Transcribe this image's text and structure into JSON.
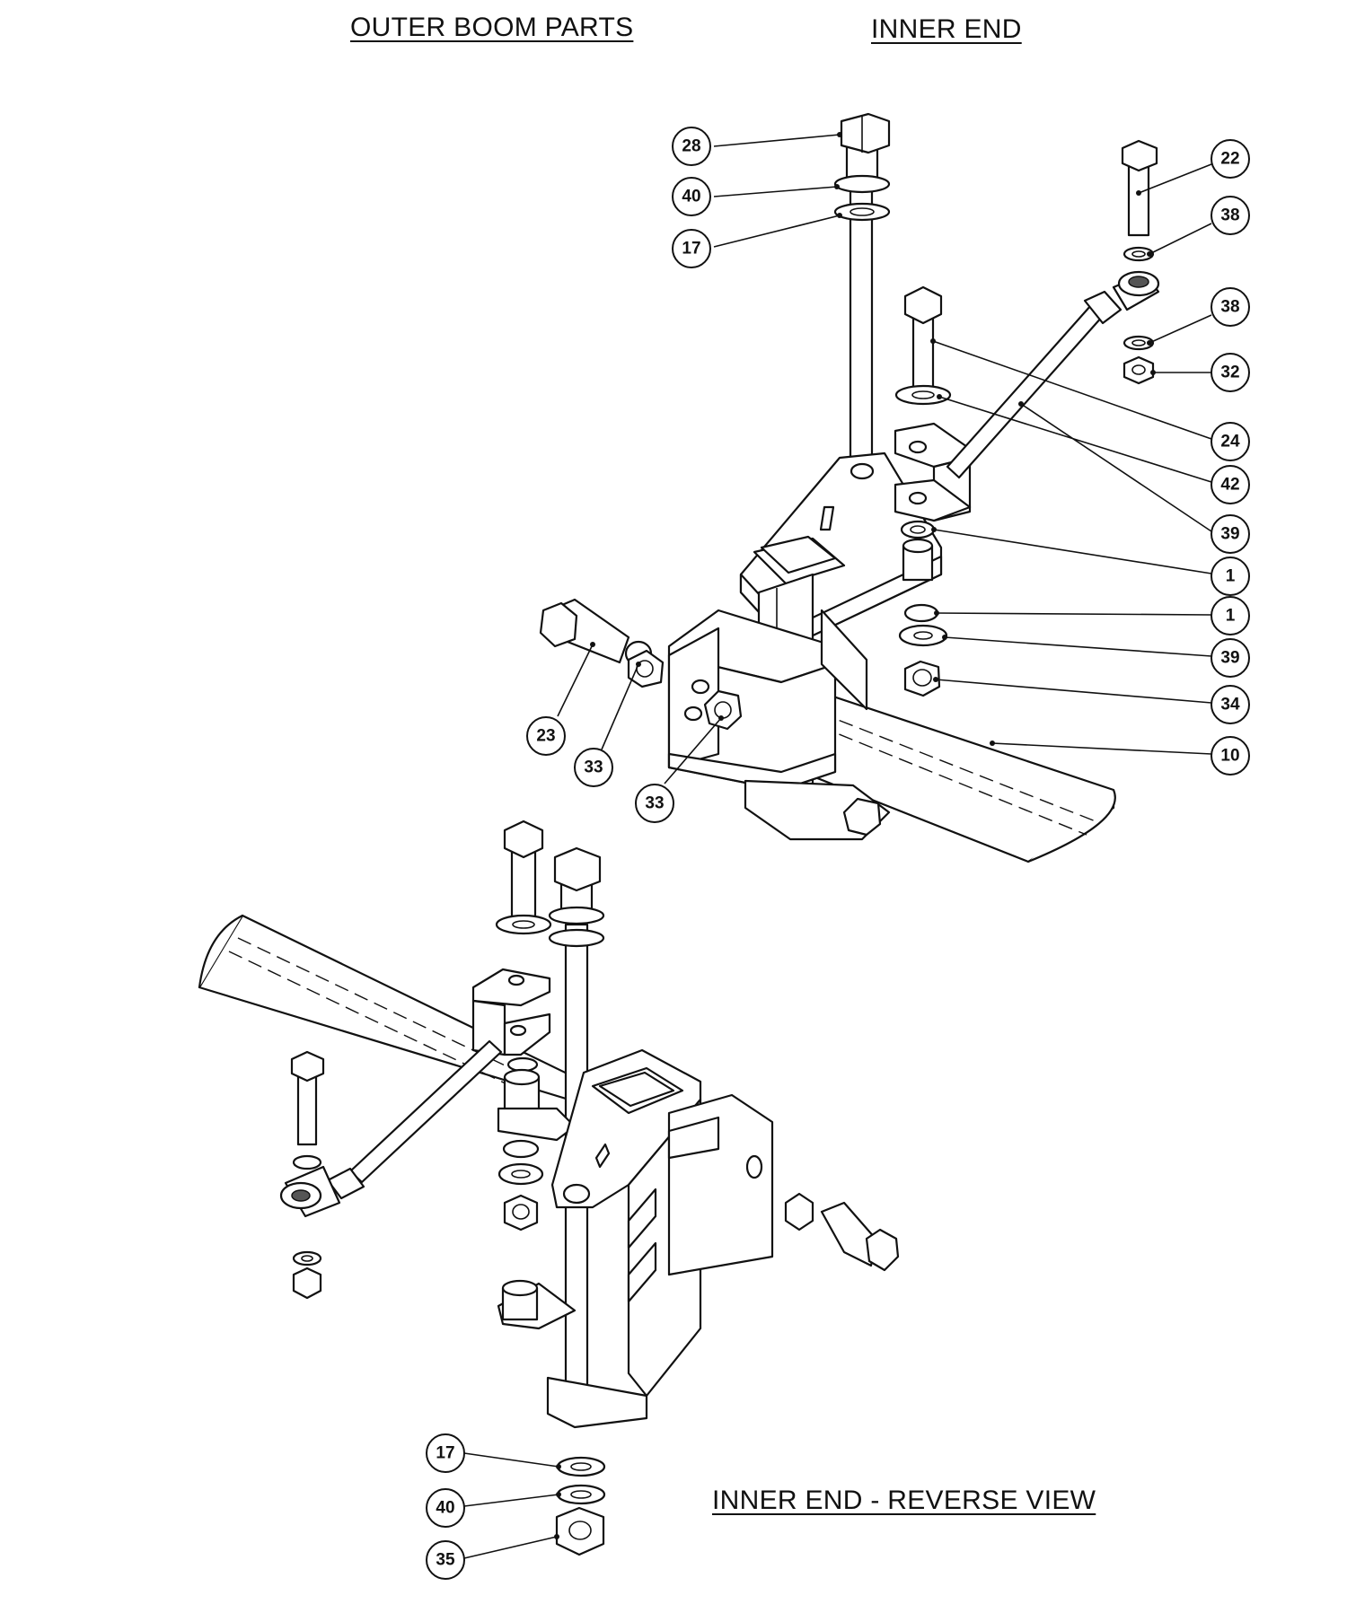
{
  "titles": {
    "outer_boom_parts": "OUTER BOOM PARTS",
    "inner_end": "INNER END",
    "reverse_view": "INNER END - REVERSE VIEW"
  },
  "callouts": {
    "c28": "28",
    "c40a": "40",
    "c17a": "17",
    "c22": "22",
    "c38a": "38",
    "c38b": "38",
    "c32": "32",
    "c24": "24",
    "c42": "42",
    "c39a": "39",
    "c1a": "1",
    "c1b": "1",
    "c39b": "39",
    "c34": "34",
    "c10": "10",
    "c23": "23",
    "c33a": "33",
    "c33b": "33",
    "c17b": "17",
    "c40b": "40",
    "c35": "35"
  }
}
